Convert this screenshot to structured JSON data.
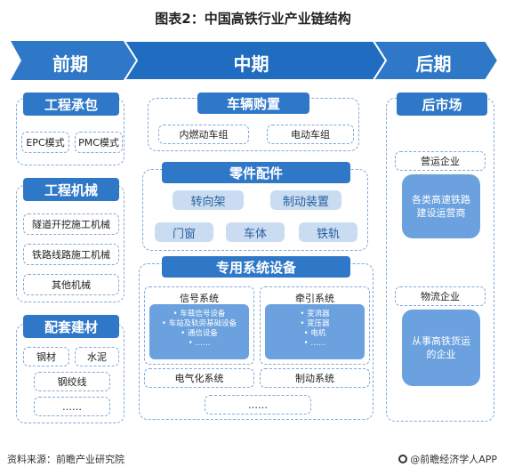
{
  "title": "图表2：中国高铁行业产业链结构",
  "stages": [
    "前期",
    "中期",
    "后期"
  ],
  "early": {
    "engineering_contract": {
      "title": "工程承包",
      "items": [
        "EPC模式",
        "PMC模式"
      ]
    },
    "engineering_machinery": {
      "title": "工程机械",
      "items": [
        "隧道开挖施工机械",
        "铁路线路施工机械",
        "其他机械"
      ]
    },
    "materials": {
      "title": "配套建材",
      "items": [
        "钢材",
        "水泥",
        "钢绞线",
        "……"
      ]
    }
  },
  "middle": {
    "vehicle_purchase": {
      "title": "车辆购置",
      "items": [
        "内燃动车组",
        "电动车组"
      ]
    },
    "parts": {
      "title": "零件配件",
      "items": [
        "转向架",
        "制动装置",
        "门窗",
        "车体",
        "铁轨"
      ]
    },
    "systems": {
      "title": "专用系统设备",
      "signal": {
        "title": "信号系统",
        "items": [
          "•  车载信号设备",
          "•  车站及轨旁基础设备",
          "•  通信设备",
          "•  ……"
        ]
      },
      "traction": {
        "title": "牵引系统",
        "items": [
          "•  变流器",
          "•  变压器",
          "•  电机",
          "•  ……"
        ]
      },
      "electrification": "电气化系统",
      "braking": "制动系统",
      "more": "……"
    }
  },
  "late": {
    "title": "后市场",
    "operators": {
      "title": "营运企业",
      "desc": "各类高速铁路建设运营商"
    },
    "logistics": {
      "title": "物流企业",
      "desc": "从事高铁货运的企业"
    }
  },
  "footer": {
    "source": "资料来源：前瞻产业研究院",
    "brand": "@前瞻经济学人APP"
  },
  "colors": {
    "primary": "#2f78c8",
    "light": "#c9dcf2",
    "mid": "#6aa1de"
  }
}
